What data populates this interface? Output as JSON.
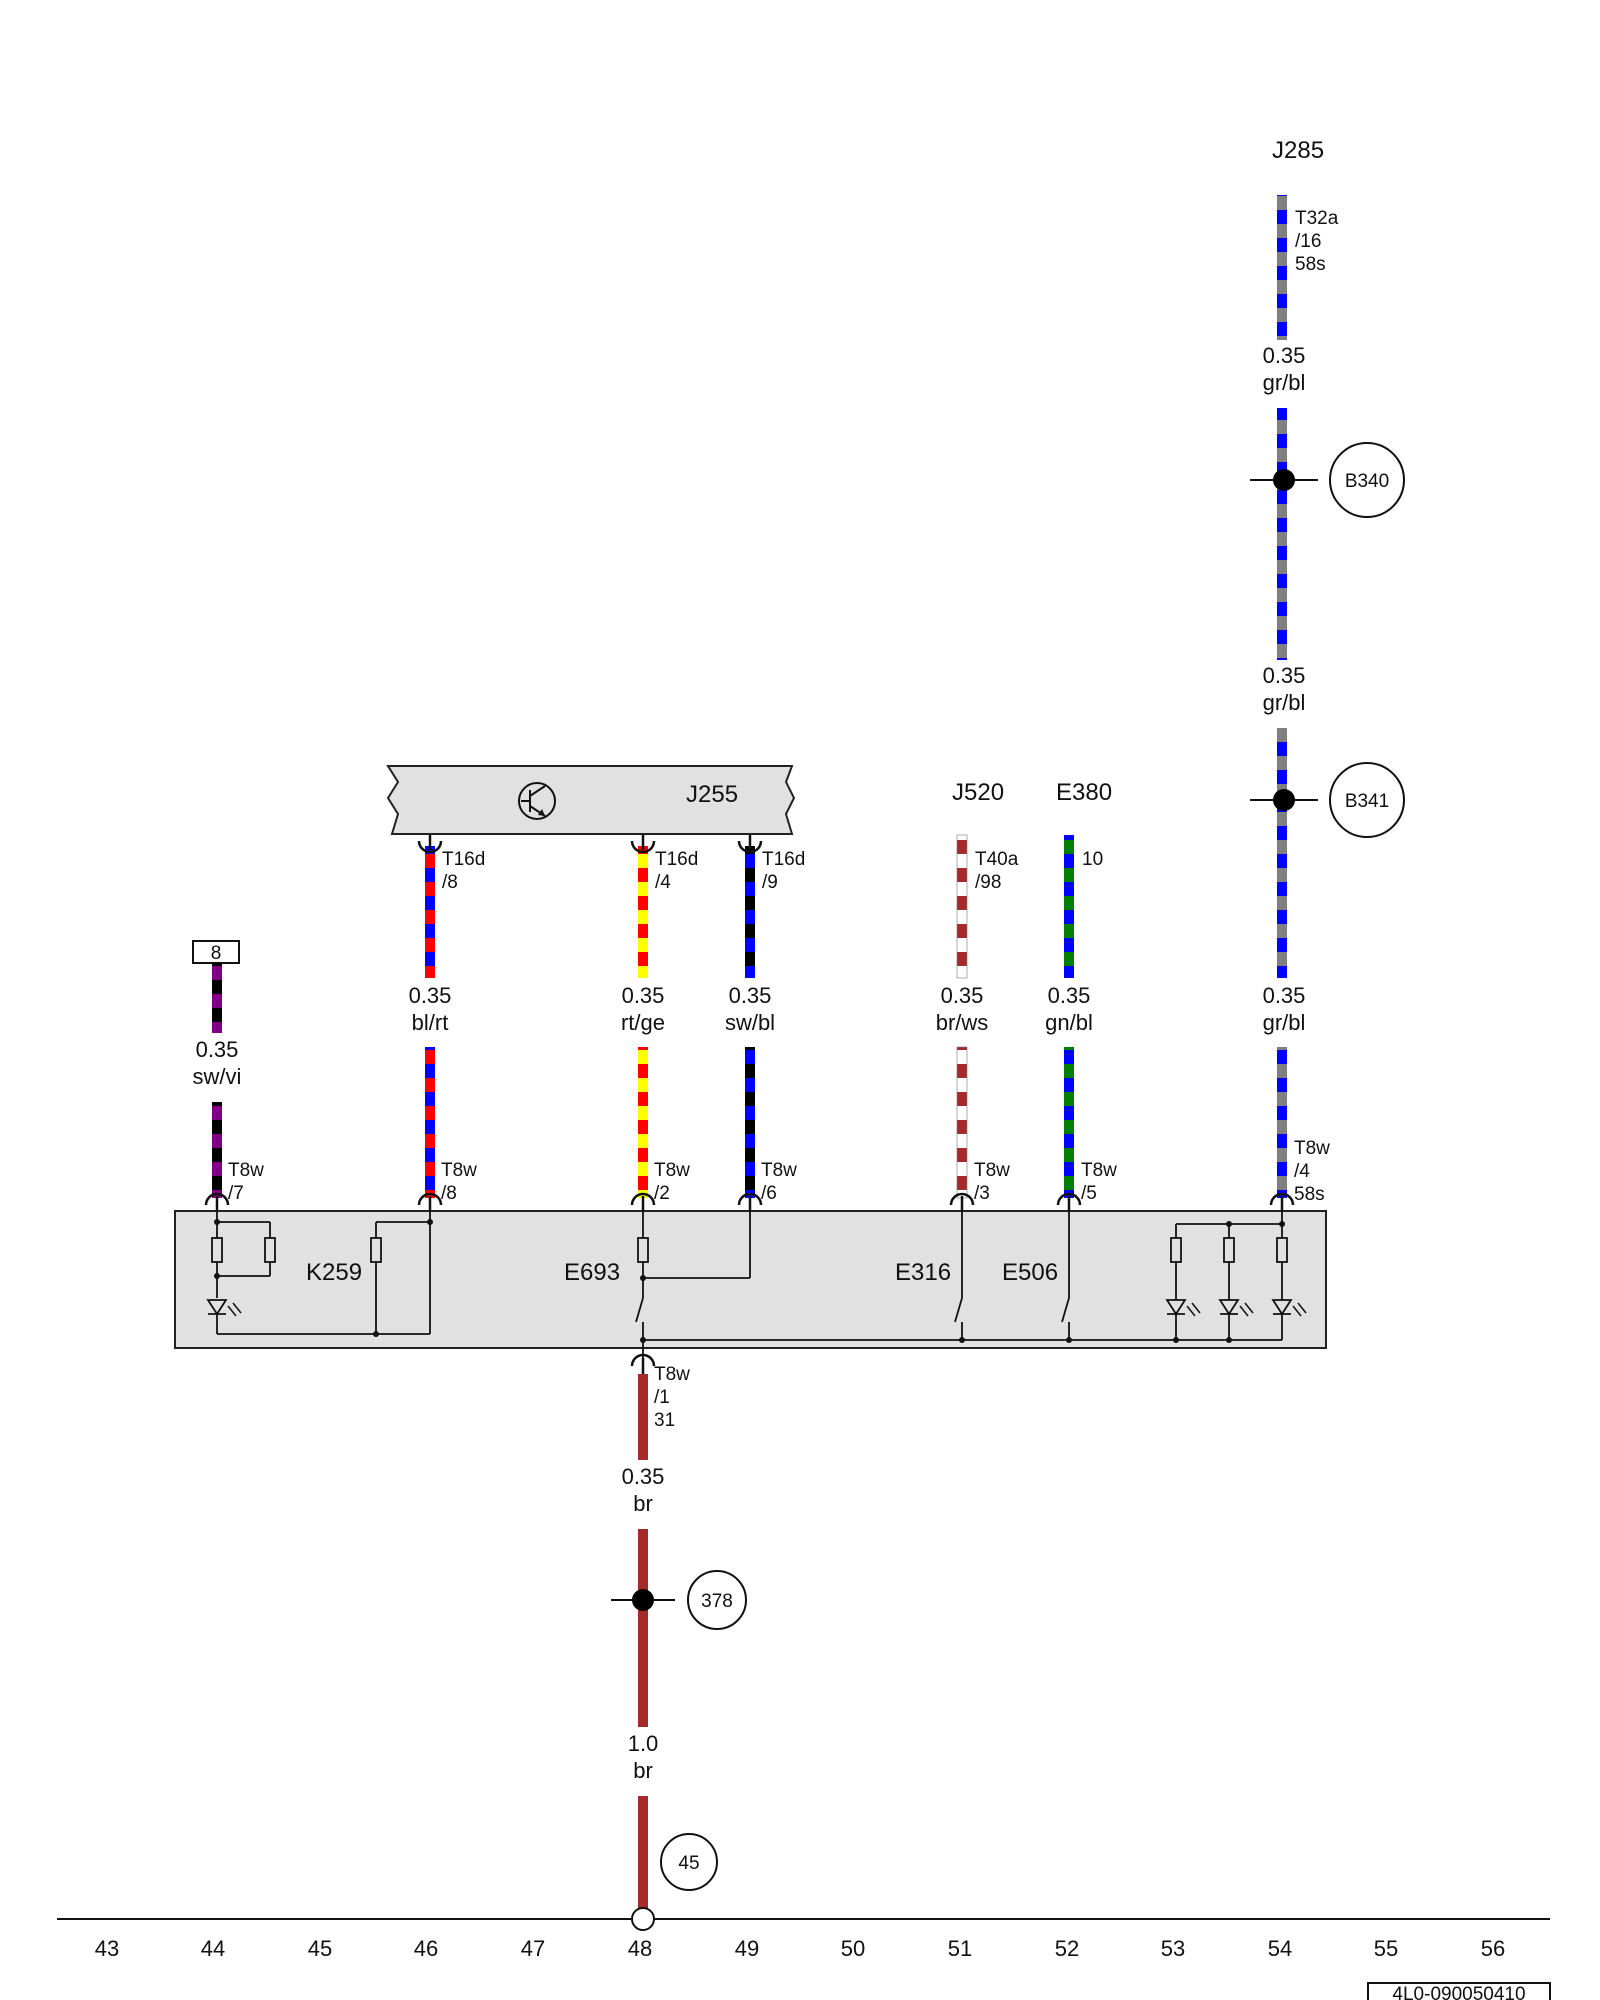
{
  "wires": [
    {
      "id": "w1",
      "label": "8",
      "size": "0.35",
      "color_code": "sw/vi",
      "bottom_conn": "T8w",
      "bottom_pin": "/7",
      "colors": [
        "#000000",
        "#800080"
      ]
    },
    {
      "id": "w2",
      "top_conn": "T16d",
      "top_pin": "/8",
      "size": "0.35",
      "color_code": "bl/rt",
      "bottom_conn": "T8w",
      "bottom_pin": "/8",
      "colors": [
        "#0000ff",
        "#ff0000"
      ]
    },
    {
      "id": "w3",
      "top_conn": "T16d",
      "top_pin": "/4",
      "size": "0.35",
      "color_code": "rt/ge",
      "bottom_conn": "T8w",
      "bottom_pin": "/2",
      "colors": [
        "#ff0000",
        "#ffff00"
      ]
    },
    {
      "id": "w4",
      "top_conn": "T16d",
      "top_pin": "/9",
      "size": "0.35",
      "color_code": "sw/bl",
      "bottom_conn": "T8w",
      "bottom_pin": "/6",
      "colors": [
        "#000000",
        "#0000ff"
      ]
    },
    {
      "id": "w5",
      "top_component": "J520",
      "top_conn": "T40a",
      "top_pin": "/98",
      "size": "0.35",
      "color_code": "br/ws",
      "bottom_conn": "T8w",
      "bottom_pin": "/3",
      "colors": [
        "#a52a2a",
        "#ffffff"
      ]
    },
    {
      "id": "w6",
      "top_component": "E380",
      "top_pin": "10",
      "size": "0.35",
      "color_code": "gn/bl",
      "bottom_conn": "T8w",
      "bottom_pin": "/5",
      "colors": [
        "#008000",
        "#0000ff"
      ]
    },
    {
      "id": "w7",
      "top_component": "J285",
      "top_conn": "T32a",
      "top_pin": "/16",
      "top_pin2": "58s",
      "size": "0.35",
      "color_code": "gr/bl",
      "bottom_conn": "T8w",
      "bottom_pin": "/4",
      "bottom_pin2": "58s",
      "colors": [
        "#808080",
        "#0000ff"
      ]
    }
  ],
  "j7_segments": [
    {
      "size": "0.35",
      "color_code": "gr/bl"
    },
    {
      "size": "0.35",
      "color_code": "gr/bl"
    }
  ],
  "ground": {
    "conn": "T8w",
    "pin": "/1",
    "pin2": "31",
    "seg1": {
      "size": "0.35",
      "color_code": "br"
    },
    "seg2": {
      "size": "1.0",
      "color_code": "br"
    },
    "color": "#a52a2a"
  },
  "splices": [
    "B340",
    "B341",
    "378",
    "45"
  ],
  "components": {
    "ecu": "J255",
    "panel": [
      "K259",
      "E693",
      "E316",
      "E506"
    ]
  },
  "grid": [
    "43",
    "44",
    "45",
    "46",
    "47",
    "48",
    "49",
    "50",
    "51",
    "52",
    "53",
    "54",
    "55",
    "56"
  ],
  "doc_id": "4L0-090050410"
}
